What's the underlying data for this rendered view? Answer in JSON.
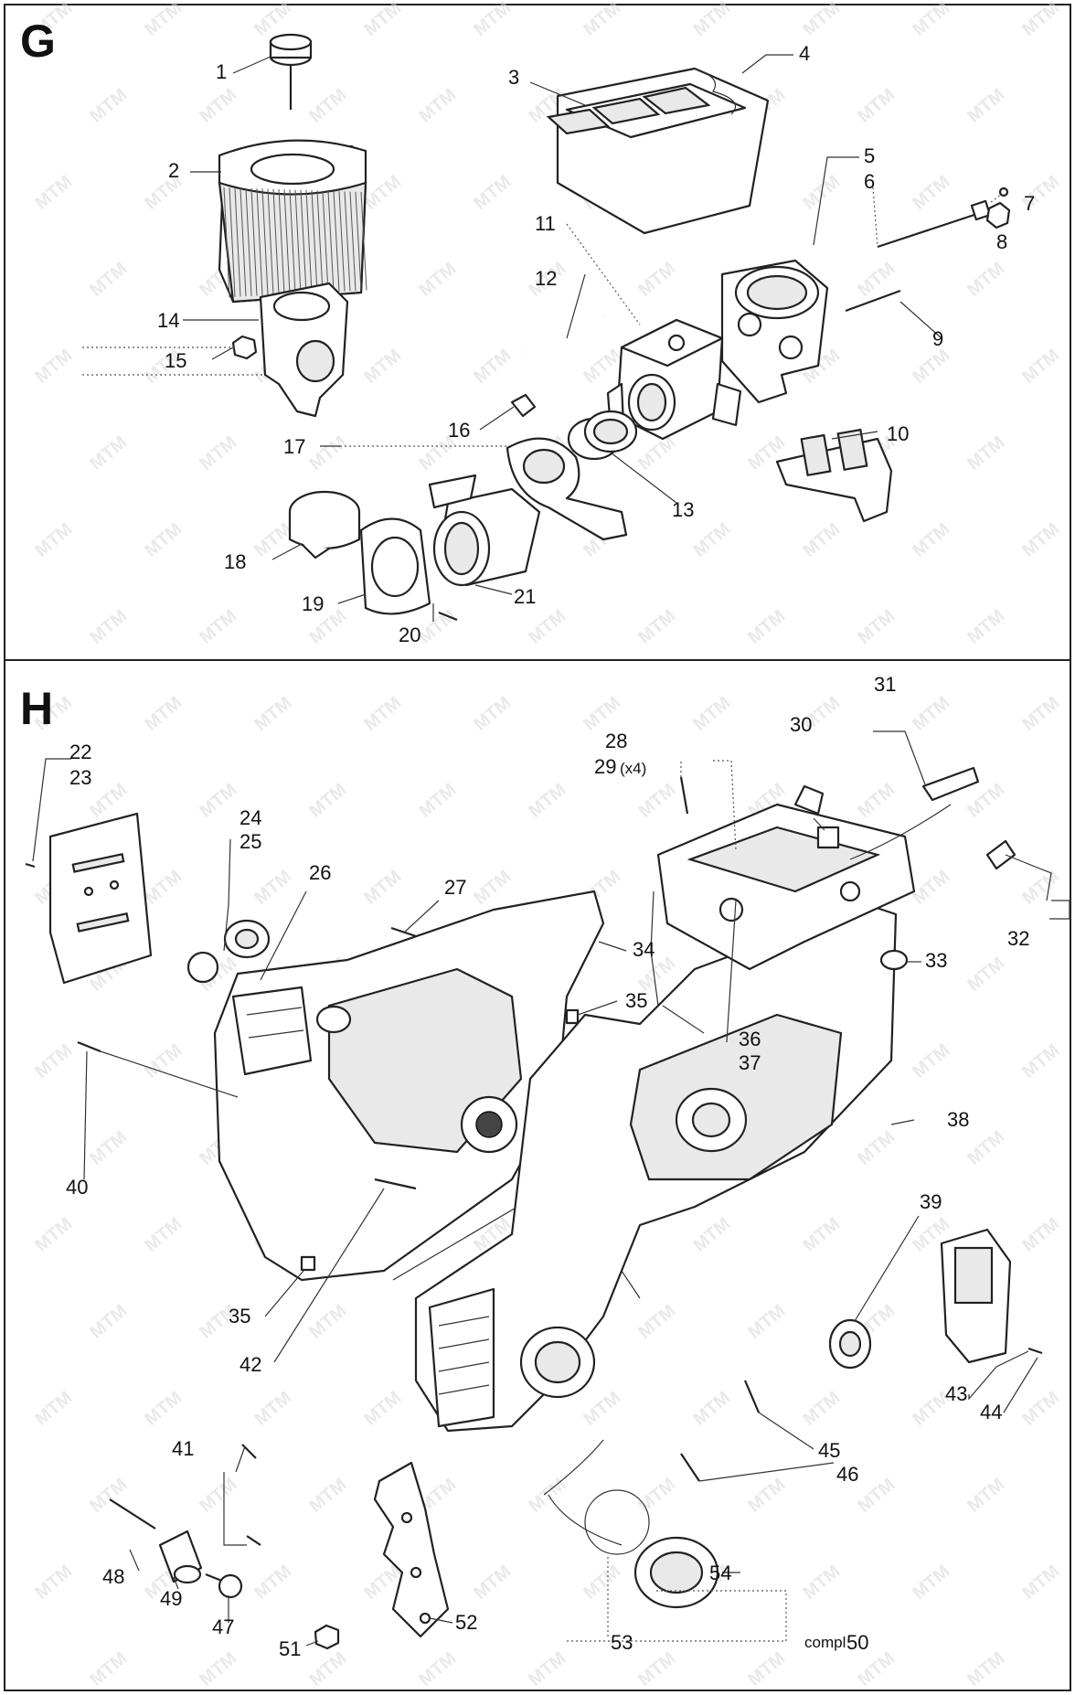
{
  "sections": {
    "g": "G",
    "h": "H"
  },
  "labels": {
    "l1": "1",
    "l2": "2",
    "l3": "3",
    "l4": "4",
    "l5": "5",
    "l6": "6",
    "l7": "7",
    "l8": "8",
    "l9": "9",
    "l10": "10",
    "l11": "11",
    "l12": "12",
    "l13": "13",
    "l14": "14",
    "l15": "15",
    "l16": "16",
    "l17": "17",
    "l18": "18",
    "l19": "19",
    "l20": "20",
    "l21": "21",
    "l22": "22",
    "l23": "23",
    "l24": "24",
    "l25": "25",
    "l26": "26",
    "l27": "27",
    "l28": "28",
    "l29": "29",
    "l29note": "(x4)",
    "l30": "30",
    "l31": "31",
    "l32": "32",
    "l33": "33",
    "l34": "34",
    "l35a": "35",
    "l35b": "35",
    "l36": "36",
    "l37": "37",
    "l38": "38",
    "l39": "39",
    "l40": "40",
    "l41": "41",
    "l42": "42",
    "l43": "43",
    "l44": "44",
    "l45": "45",
    "l46": "46",
    "l47": "47",
    "l48": "48",
    "l49": "49",
    "l50pre": "compl",
    "l50": "50",
    "l51": "51",
    "l52": "52",
    "l53": "53",
    "l54": "54"
  },
  "watermark": "MTM"
}
